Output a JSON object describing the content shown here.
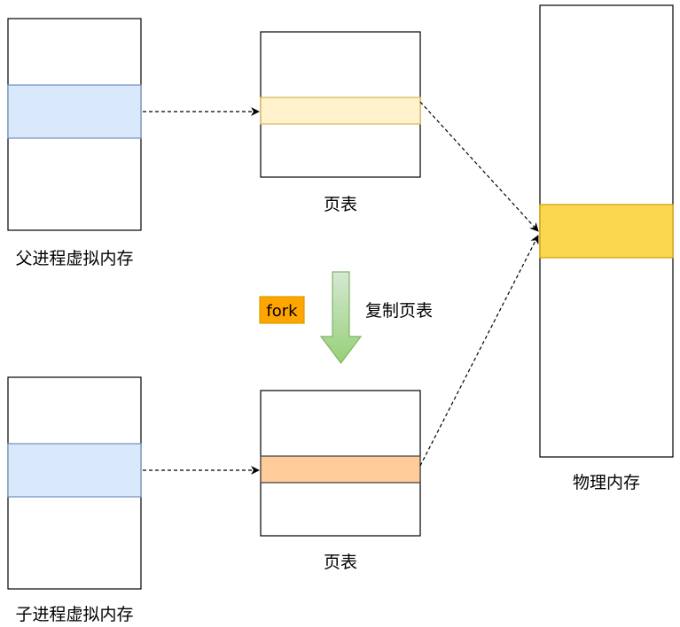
{
  "labels": {
    "parent_vm": "父进程虚拟内存",
    "child_vm": "子进程虚拟内存",
    "page_table_top": "页表",
    "page_table_bottom": "页表",
    "physical_memory": "物理内存",
    "fork_tag": "fork",
    "copy_page_table": "复制页表"
  },
  "colors": {
    "virtual_region_fill": "#dae8fc",
    "virtual_region_stroke": "#6c8ebf",
    "page_entry_top_fill": "#fff2cc",
    "page_entry_top_stroke": "#d6b656",
    "page_entry_bottom_fill": "#ffcc99",
    "page_entry_bottom_stroke": "#36393d",
    "physical_region_fill": "#fad74f",
    "physical_region_stroke": "#d79b00",
    "fork_fill": "#ffa500",
    "fork_stroke": "#d79b00",
    "arrow_green_top": "#d5e8d4",
    "arrow_green_bottom": "#97d077",
    "arrow_green_stroke": "#82b366"
  }
}
